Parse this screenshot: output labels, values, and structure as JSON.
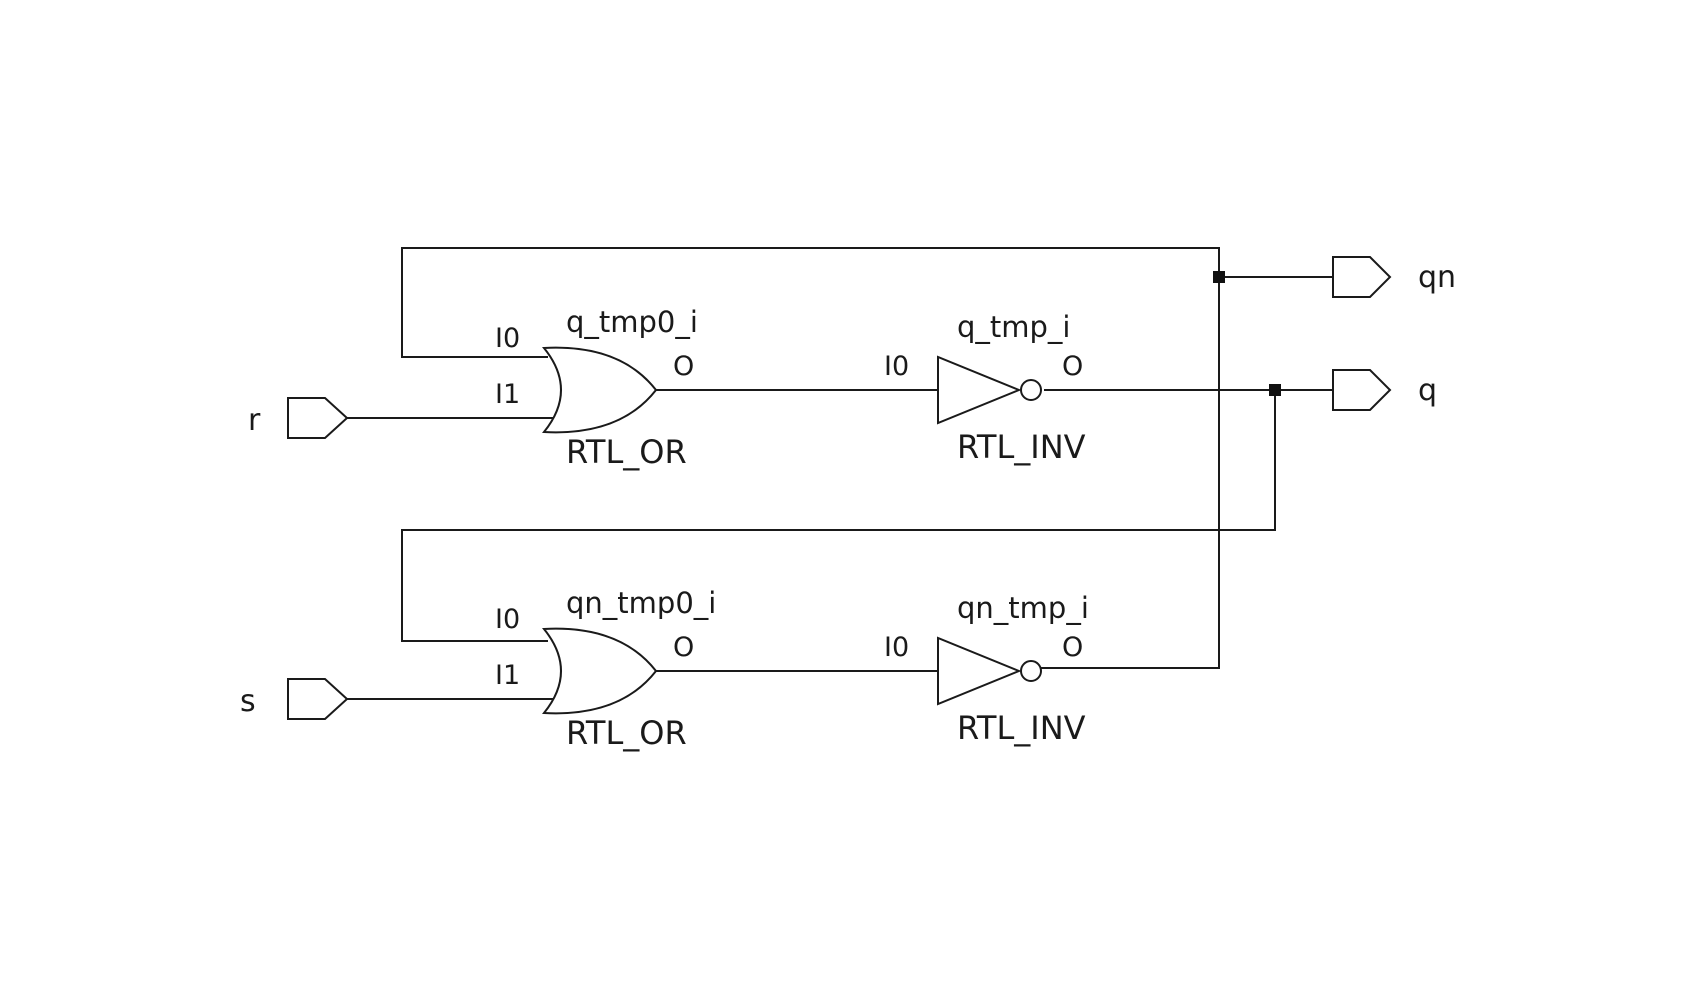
{
  "schematic": {
    "input_ports": [
      {
        "name": "r"
      },
      {
        "name": "s"
      }
    ],
    "output_ports": [
      {
        "name": "qn"
      },
      {
        "name": "q"
      }
    ],
    "cells": [
      {
        "instance": "q_tmp0_i",
        "type": "RTL_OR",
        "pins": {
          "in0": "I0",
          "in1": "I1",
          "out": "O"
        }
      },
      {
        "instance": "q_tmp_i",
        "type": "RTL_INV",
        "pins": {
          "in0": "I0",
          "out": "O"
        }
      },
      {
        "instance": "qn_tmp0_i",
        "type": "RTL_OR",
        "pins": {
          "in0": "I0",
          "in1": "I1",
          "out": "O"
        }
      },
      {
        "instance": "qn_tmp_i",
        "type": "RTL_INV",
        "pins": {
          "in0": "I0",
          "out": "O"
        }
      }
    ],
    "colors": {
      "line": "#1a1a1a",
      "background": "#ffffff",
      "junction": "#111111"
    }
  }
}
